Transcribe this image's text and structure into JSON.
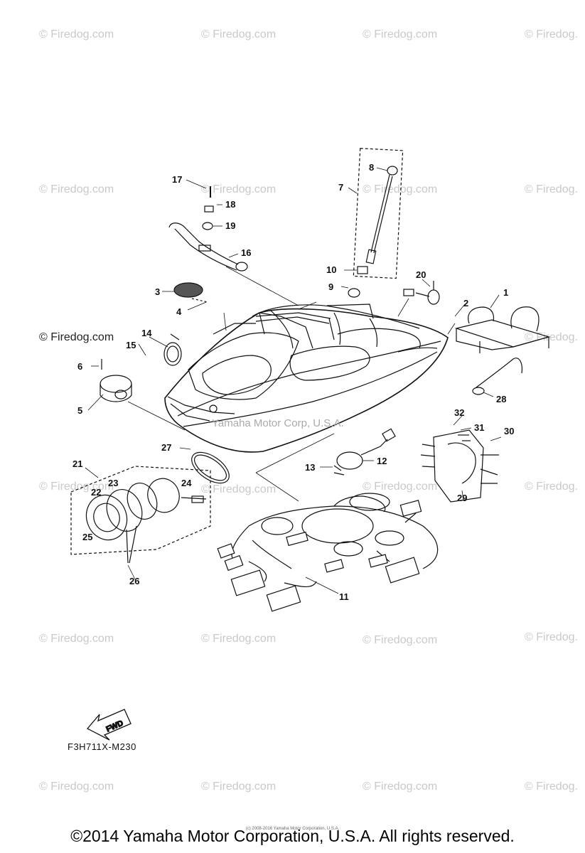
{
  "watermarks": {
    "text": "© Firedog.com",
    "text_dark": "© Firedog.com",
    "text_partial": "© Firedog."
  },
  "callouts": {
    "c1": "1",
    "c2": "2",
    "c3": "3",
    "c4": "4",
    "c5": "5",
    "c6": "6",
    "c7": "7",
    "c8": "8",
    "c9": "9",
    "c10": "10",
    "c11": "11",
    "c12": "12",
    "c13": "13",
    "c14": "14",
    "c15": "15",
    "c16": "16",
    "c17": "17",
    "c18": "18",
    "c19": "19",
    "c20": "20",
    "c21": "21",
    "c22": "22",
    "c23": "23",
    "c24": "24",
    "c25": "25",
    "c26": "26",
    "c27": "27",
    "c28": "28",
    "c29": "29",
    "c30": "30",
    "c31": "31",
    "c32": "32"
  },
  "hull_watermark": "Yamaha Motor Corp, U.S.A.",
  "fwd_label": "FWD",
  "diagram_code": "F3H711X-M230",
  "tiny_copyright": "(c) 2008-2016 Yamaha Motor Corporation, U.S.A.",
  "copyright": "©2014 Yamaha Motor Corporation, U.S.A. All rights reserved."
}
